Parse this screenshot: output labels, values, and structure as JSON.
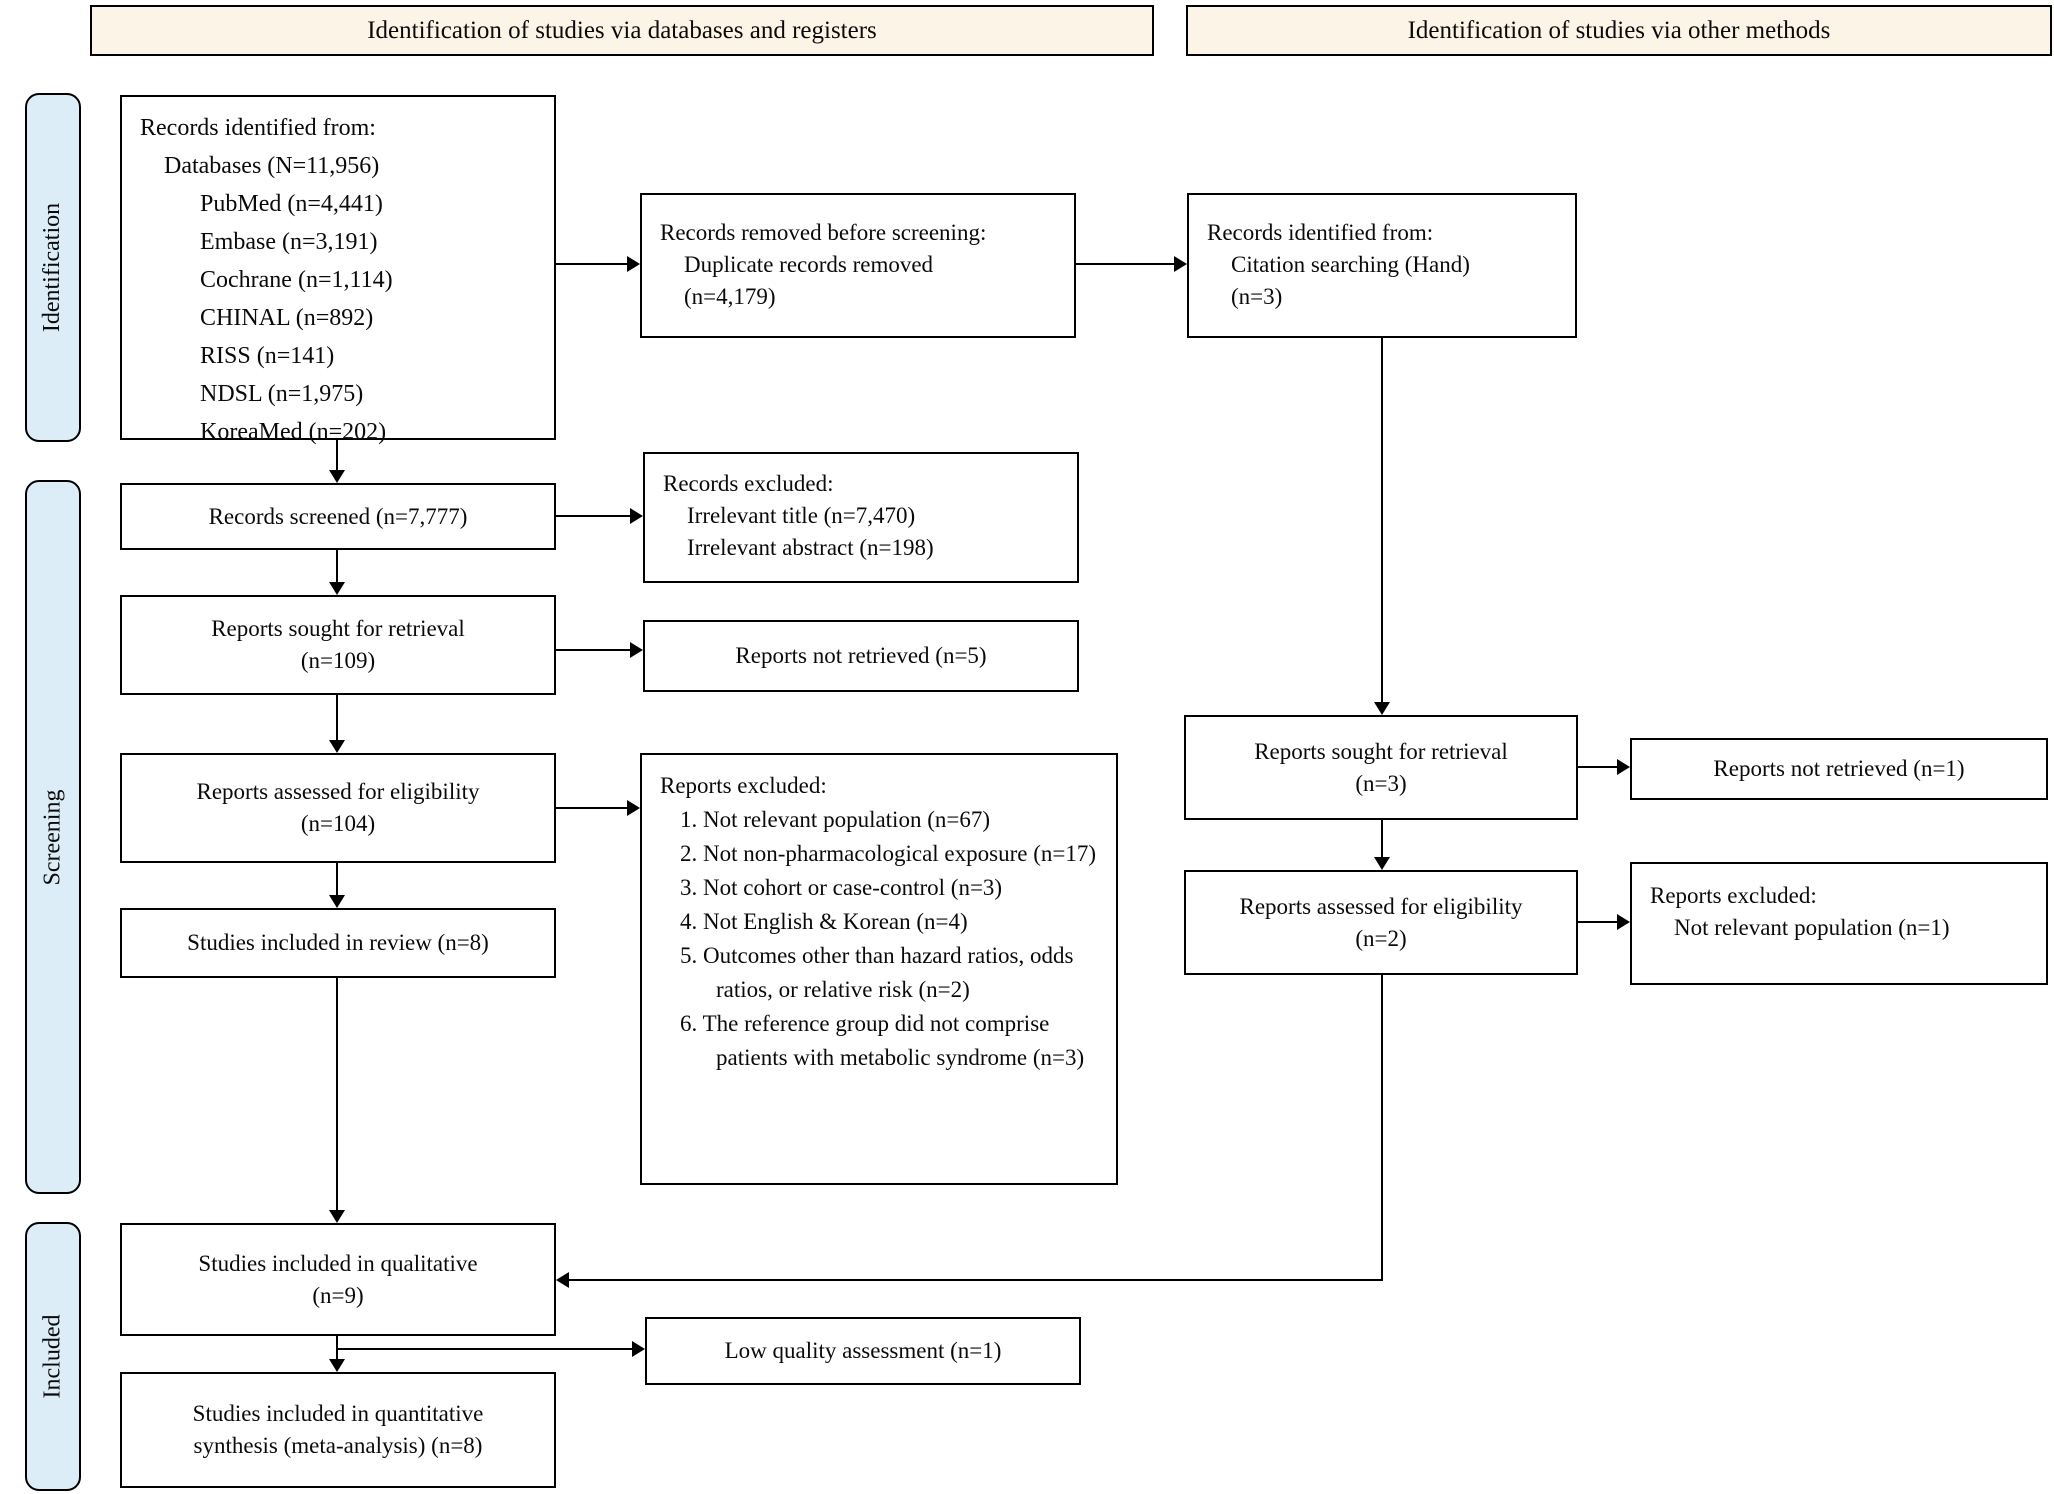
{
  "headers": {
    "left": "Identification of studies via databases and registers",
    "right": "Identification of studies via other methods"
  },
  "stages": {
    "identification": "Identification",
    "screening": "Screening",
    "included": "Included"
  },
  "colors": {
    "header_bg": "#fdf4e8",
    "stage_bg": "#ddedf8",
    "line": "#000000"
  },
  "boxes": {
    "records_identified": {
      "lines": [
        "Records identified from:",
        "Databases (N=11,956)",
        "PubMed (n=4,441)",
        "Embase (n=3,191)",
        "Cochrane (n=1,114)",
        "CHINAL (n=892)",
        "RISS (n=141)",
        "NDSL (n=1,975)",
        "KoreaMed (n=202)"
      ]
    },
    "records_removed": {
      "lines": [
        "Records removed before screening:",
        "Duplicate records removed",
        "(n=4,179)"
      ]
    },
    "citation_identified": {
      "lines": [
        "Records identified from:",
        "Citation searching (Hand)",
        "(n=3)"
      ]
    },
    "records_screened": {
      "text": "Records screened (n=7,777)"
    },
    "records_excluded": {
      "lines": [
        "Records excluded:",
        "Irrelevant title (n=7,470)",
        "Irrelevant abstract (n=198)"
      ]
    },
    "reports_sought": {
      "line1": "Reports sought for retrieval",
      "line2": "(n=109)"
    },
    "reports_not_retrieved": {
      "text": "Reports not retrieved (n=5)"
    },
    "reports_assessed": {
      "line1": "Reports assessed for eligibility",
      "line2": "(n=104)"
    },
    "reports_excluded_big": {
      "title": "Reports excluded:",
      "items": [
        "1. Not relevant population (n=67)",
        "2. Not non-pharmacological exposure (n=17)",
        "3. Not cohort or case-control (n=3)",
        "4. Not English & Korean (n=4)",
        "5. Outcomes other than hazard ratios, odds ratios, or relative risk (n=2)",
        "6. The reference group did not comprise patients with metabolic syndrome (n=3)"
      ]
    },
    "studies_review": {
      "text": "Studies included in review (n=8)"
    },
    "studies_qualitative": {
      "line1": "Studies included in qualitative",
      "line2": "(n=9)"
    },
    "low_quality": {
      "text": "Low quality assessment (n=1)"
    },
    "studies_quantitative": {
      "line1": "Studies included in quantitative",
      "line2": "synthesis (meta-analysis) (n=8)"
    },
    "other_sought": {
      "line1": "Reports sought for retrieval",
      "line2": "(n=3)"
    },
    "other_not_retrieved": {
      "text": "Reports not retrieved (n=1)"
    },
    "other_assessed": {
      "line1": "Reports assessed for eligibility",
      "line2": "(n=2)"
    },
    "other_excluded": {
      "lines": [
        "Reports excluded:",
        "Not relevant population (n=1)"
      ]
    }
  }
}
